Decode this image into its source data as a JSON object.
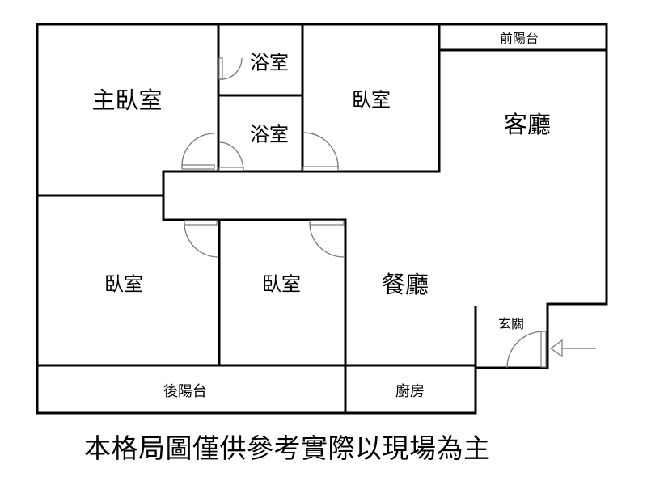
{
  "floorplan": {
    "rooms": {
      "master_bedroom": "主臥室",
      "bathroom_1": "浴室",
      "bathroom_2": "浴室",
      "bedroom_top": "臥室",
      "living_room": "客廳",
      "front_balcony": "前陽台",
      "bedroom_left": "臥室",
      "bedroom_middle": "臥室",
      "dining_room": "餐廳",
      "entrance": "玄關",
      "rear_balcony": "後陽台",
      "kitchen": "廚房"
    },
    "disclaimer": "本格局圖僅供參考實際以現場為主"
  }
}
